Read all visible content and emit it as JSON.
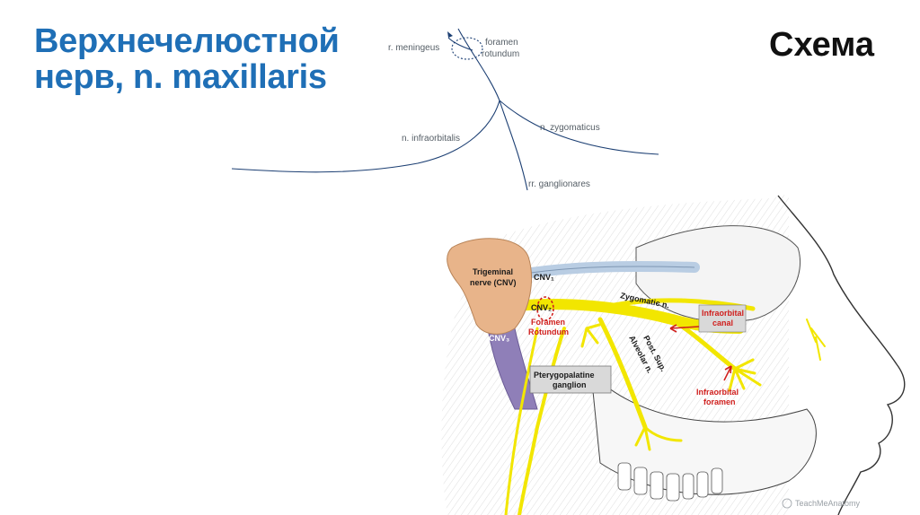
{
  "slide": {
    "title_line1": "Верхнечелюстной",
    "title_line2": "нерв, n. maxillaris",
    "scheme_heading": "Схема"
  },
  "scheme": {
    "labels": {
      "meningeus": "r. meningeus",
      "foramen_1": "foramen",
      "foramen_2": "rotundum",
      "infraorbitalis": "n. infraorbitalis",
      "zygomaticus": "n. zygomaticus",
      "ganglionares": "rr. ganglionares"
    },
    "colors": {
      "nerve_line": "#1c3f73"
    }
  },
  "illustration": {
    "labels": {
      "trigeminal_1": "Trigeminal",
      "trigeminal_2": "nerve (CNV)",
      "cnv1": "CNV₁",
      "cnv2": "CNV₂",
      "cnv3": "CNV₃",
      "foramen_1": "Foramen",
      "foramen_2": "Rotundum",
      "zygomatic": "Zygomatic n.",
      "infraorbital_canal_1": "Infraorbital",
      "infraorbital_canal_2": "canal",
      "post_sup": "Post. Sup.",
      "alveolar": "Alveolar n.",
      "pterygopalatine_1": "Pterygopalatine",
      "pterygopalatine_2": "ganglion",
      "infraorbital_foramen_1": "Infraorbital",
      "infraorbital_foramen_2": "foramen",
      "credit": "TeachMeAnatomy"
    },
    "colors": {
      "nerve": "#f2e600",
      "trigeminal": "#e8b48a",
      "cnv1": "#b9cde3",
      "cnv3": "#8f7fb8",
      "arrow": "#d0201e"
    }
  }
}
